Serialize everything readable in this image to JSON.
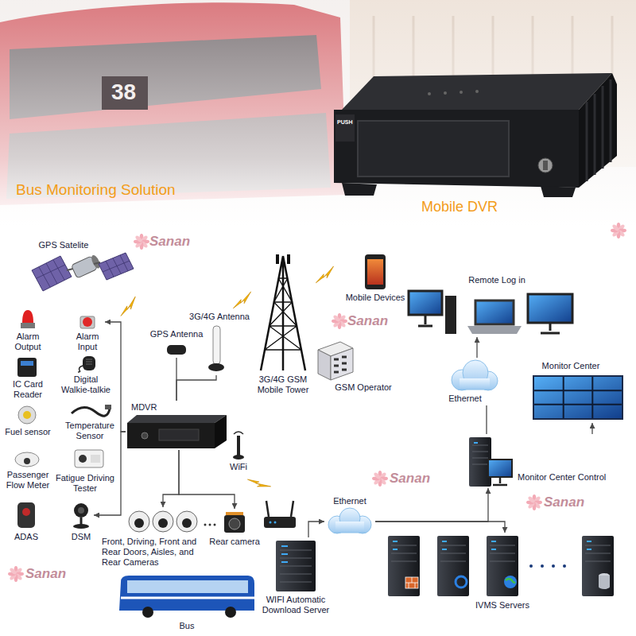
{
  "diagram": {
    "title": "Bus Monitoring Solution",
    "nodes": [
      {
        "text": [
          "GPS Satelite"
        ]
      },
      {
        "text": [
          "Alarm Output"
        ]
      },
      {
        "text": [
          "Alarm Input"
        ]
      },
      {
        "text": [
          "IC Card Reader"
        ]
      },
      {
        "text": [
          "Digital Walkie-talkie"
        ]
      },
      {
        "text": [
          "Fuel sensor"
        ]
      },
      {
        "text": [
          "Temperature Sensor"
        ]
      },
      {
        "text": [
          "Passenger Flow Meter"
        ]
      },
      {
        "text": [
          "Fatigue Driving Tester"
        ]
      },
      {
        "text": [
          "ADAS"
        ]
      },
      {
        "text": [
          "DSM"
        ]
      },
      {
        "text": [
          "MDVR"
        ]
      },
      {
        "text": [
          "GPS Antenna"
        ]
      },
      {
        "text": [
          "3G/4G Antenna"
        ]
      },
      {
        "text": [
          "3G/4G GSM Mobile Tower"
        ]
      },
      {
        "text": [
          "GSM Operator"
        ]
      },
      {
        "text": [
          "Mobile Devices"
        ]
      },
      {
        "text": [
          "Remote Log in"
        ]
      },
      {
        "text": [
          "Ethernet"
        ]
      },
      {
        "text": [
          "Monitor Center"
        ]
      },
      {
        "text": [
          "Monitor Center Control"
        ]
      },
      {
        "text": [
          "WiFi"
        ]
      },
      {
        "text": [
          "Front, Driving, Front and Rear Doors, Aisles, and Rear Cameras"
        ]
      },
      {
        "text": [
          "Rear camera"
        ]
      },
      {
        "text": [
          "Bus"
        ]
      },
      {
        "text": [
          "WIFI Automatic Download Server"
        ]
      },
      {
        "text": [
          "Ethernet"
        ]
      },
      {
        "text": [
          "IVMS Servers"
        ]
      }
    ],
    "edges": [
      {
        "from": 11,
        "to": 2,
        "arrow": "to"
      },
      {
        "from": 11,
        "to": 10,
        "arrow": "to"
      },
      {
        "from": 11,
        "to": 12,
        "arrow": "none"
      },
      {
        "from": 11,
        "to": 13,
        "arrow": "none"
      },
      {
        "from": 11,
        "to": 22,
        "arrow": "to"
      },
      {
        "from": 11,
        "to": 23,
        "arrow": "to"
      },
      {
        "from": 18,
        "to": 17,
        "arrow": "to"
      },
      {
        "from": 18,
        "to": 20,
        "arrow": "none"
      },
      {
        "from": 20,
        "to": 19,
        "arrow": "to"
      },
      {
        "from": 25,
        "to": 26,
        "arrow": "to"
      },
      {
        "from": 26,
        "to": 27,
        "arrow": "to"
      },
      {
        "from": 26,
        "to": 20,
        "arrow": "to"
      }
    ],
    "labels": [
      "38",
      "PUSH",
      "Mobile DVR",
      "Sanan",
      "Sanan",
      "Sanan",
      "Sanan",
      "Sanan"
    ]
  }
}
